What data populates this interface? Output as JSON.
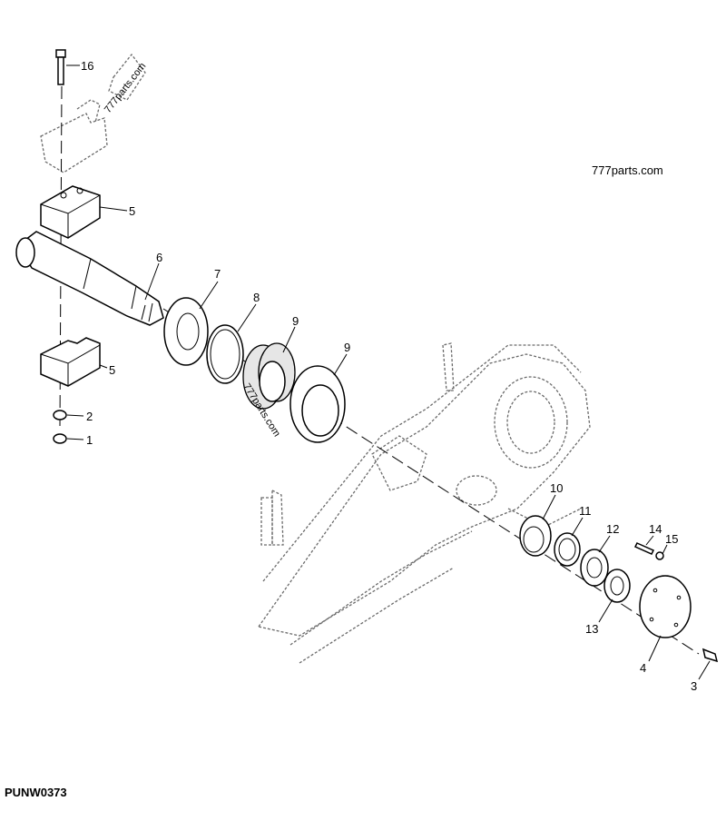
{
  "diagram": {
    "figure_id": "PUNW0373",
    "watermark": "777parts.com",
    "callouts": [
      "16",
      "5",
      "6",
      "7",
      "8",
      "9",
      "9",
      "5",
      "2",
      "1",
      "10",
      "11",
      "12",
      "14",
      "15",
      "13",
      "4",
      "3"
    ]
  }
}
